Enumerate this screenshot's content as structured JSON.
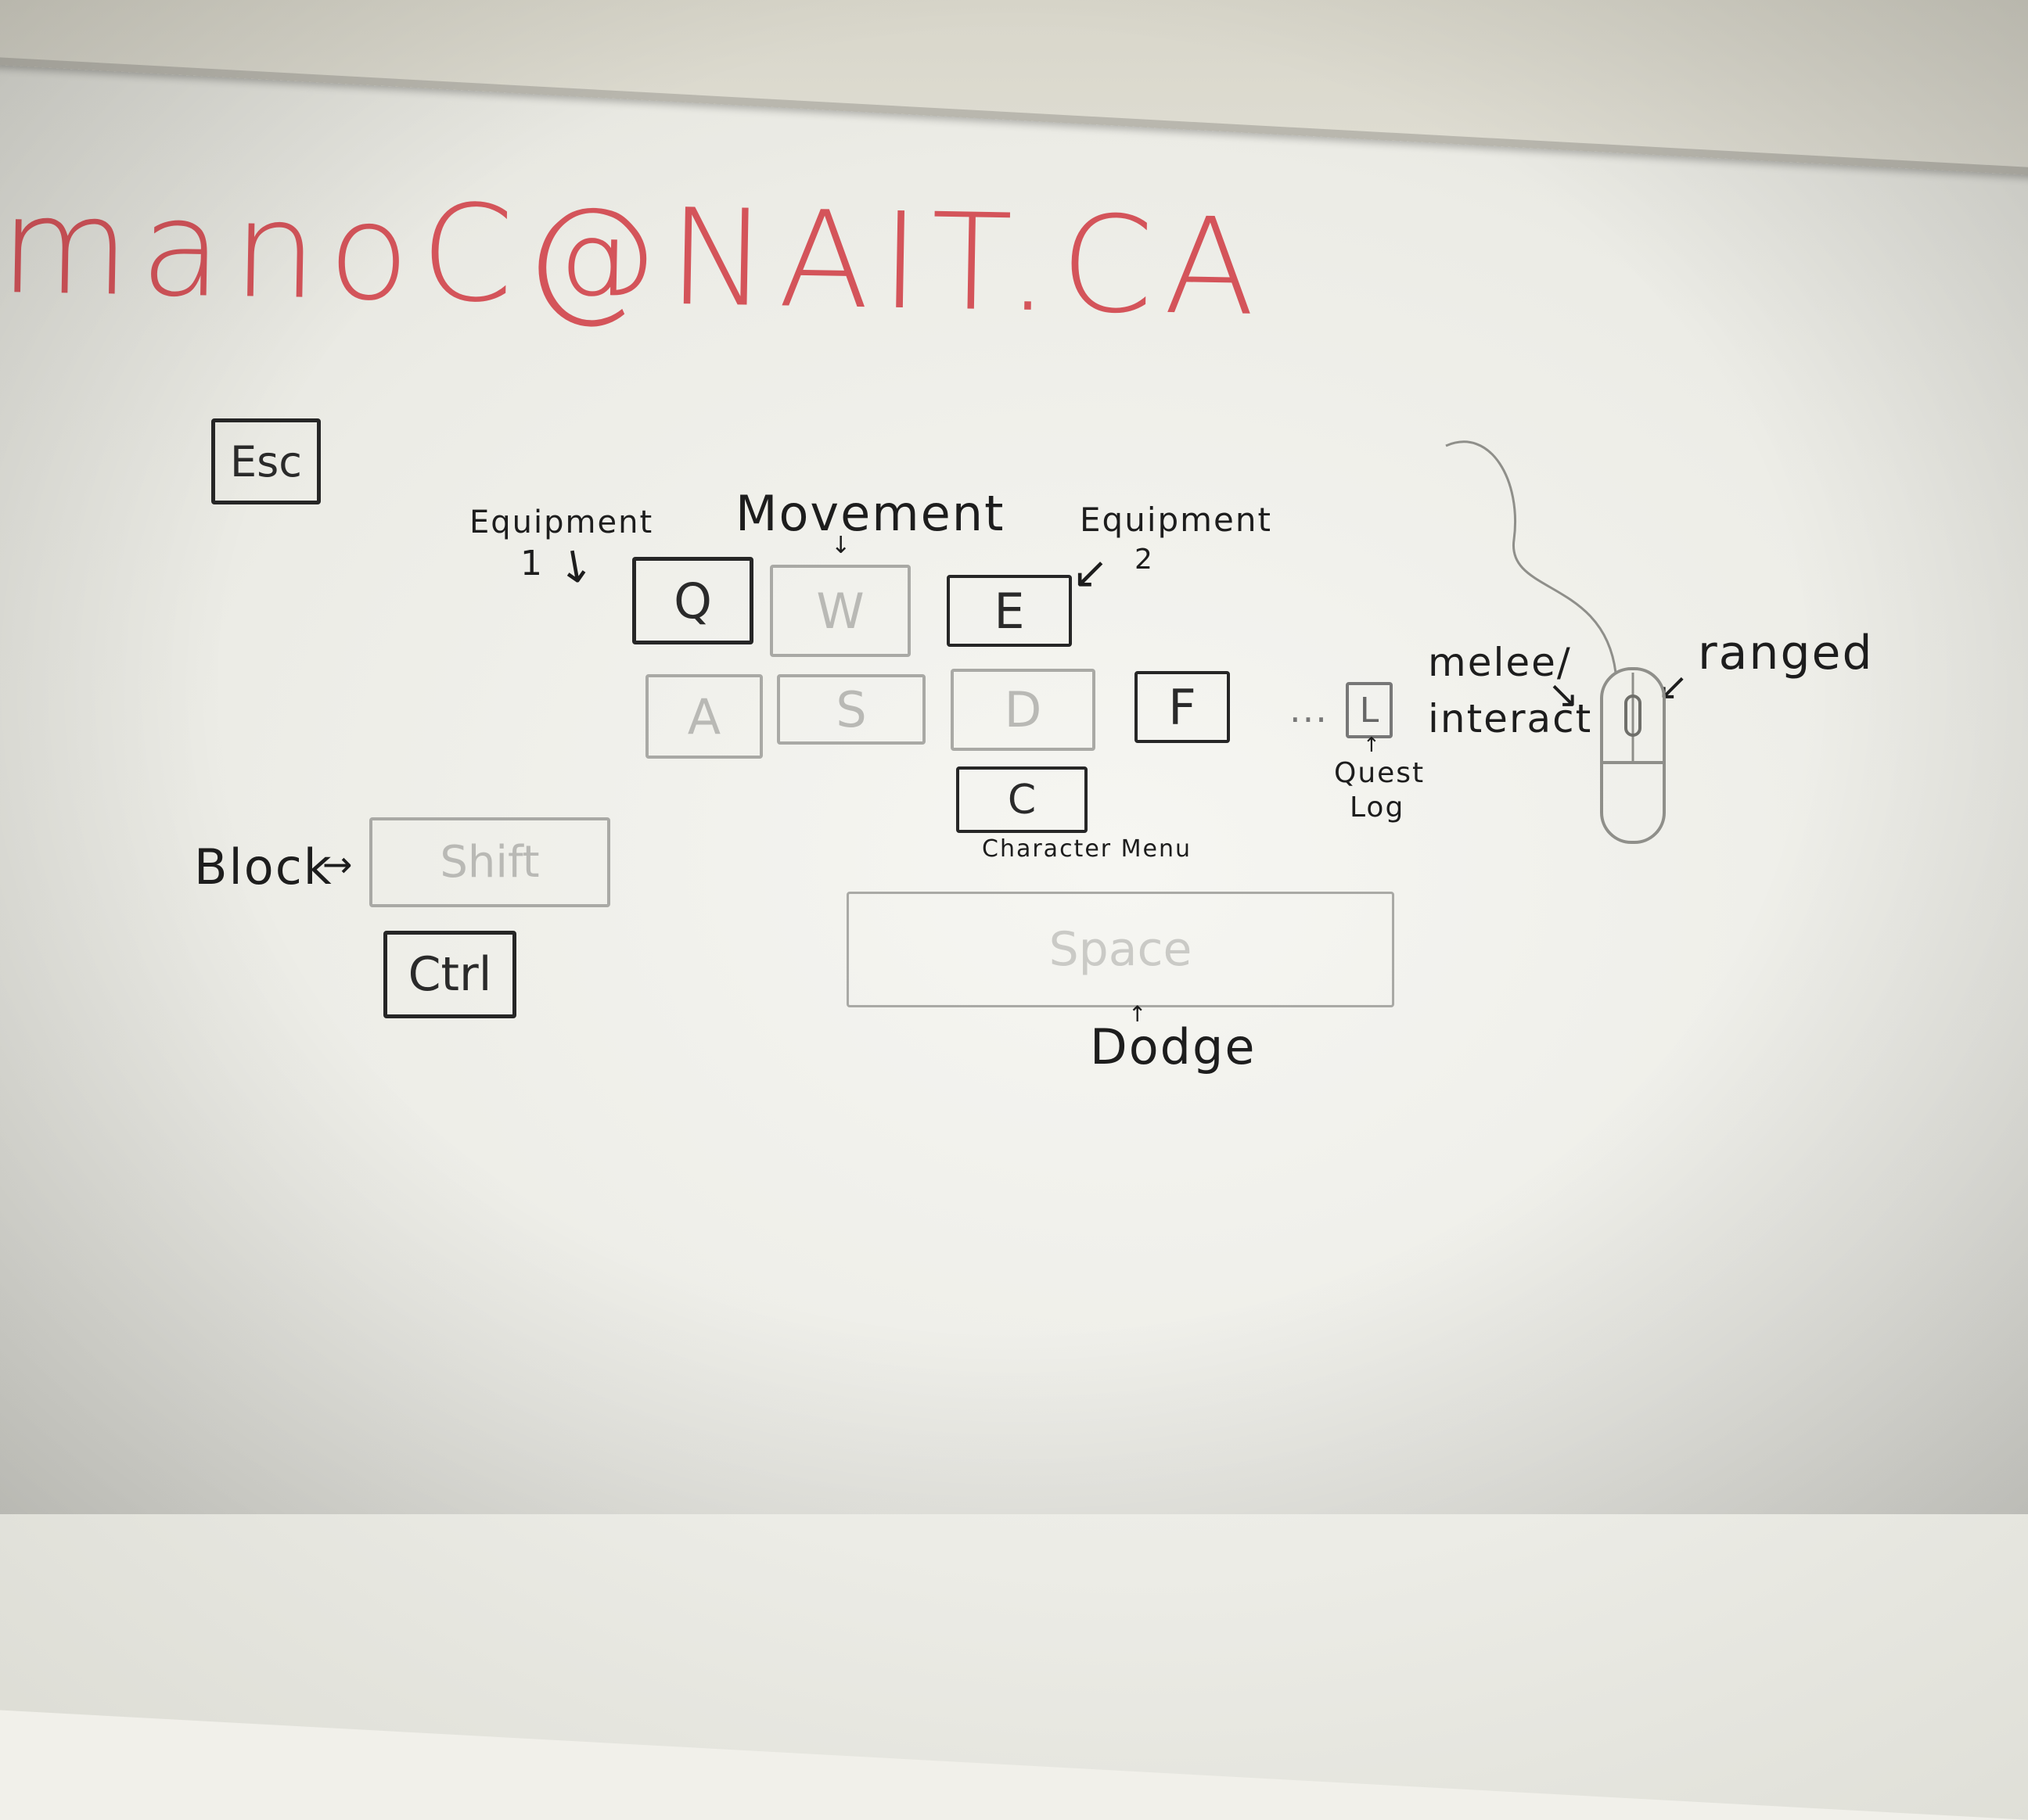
{
  "header": {
    "email": "manoC@NAIT.CA"
  },
  "keys": {
    "esc": "Esc",
    "q": "Q",
    "w": "W",
    "e": "E",
    "a": "A",
    "s": "S",
    "d": "D",
    "f": "F",
    "c": "C",
    "l": "L",
    "shift": "Shift",
    "ctrl": "Ctrl",
    "space": "Space"
  },
  "labels": {
    "equipment_1": "Equipment",
    "equipment_1_num": "1",
    "movement": "Movement",
    "equipment_2": "Equipment",
    "equipment_2_num": "2",
    "ellipsis": "...",
    "quest_log_1": "Quest",
    "quest_log_2": "Log",
    "character_menu": "Character Menu",
    "block": "Block",
    "dodge": "Dodge",
    "melee_1": "melee/",
    "melee_2": "interact",
    "ranged": "ranged"
  },
  "colors": {
    "marker_red": "#d4545a",
    "marker_black": "#1d1d1d",
    "board": "#f1f0ea"
  },
  "icons": [
    "mouse-icon",
    "arrow-icon"
  ]
}
